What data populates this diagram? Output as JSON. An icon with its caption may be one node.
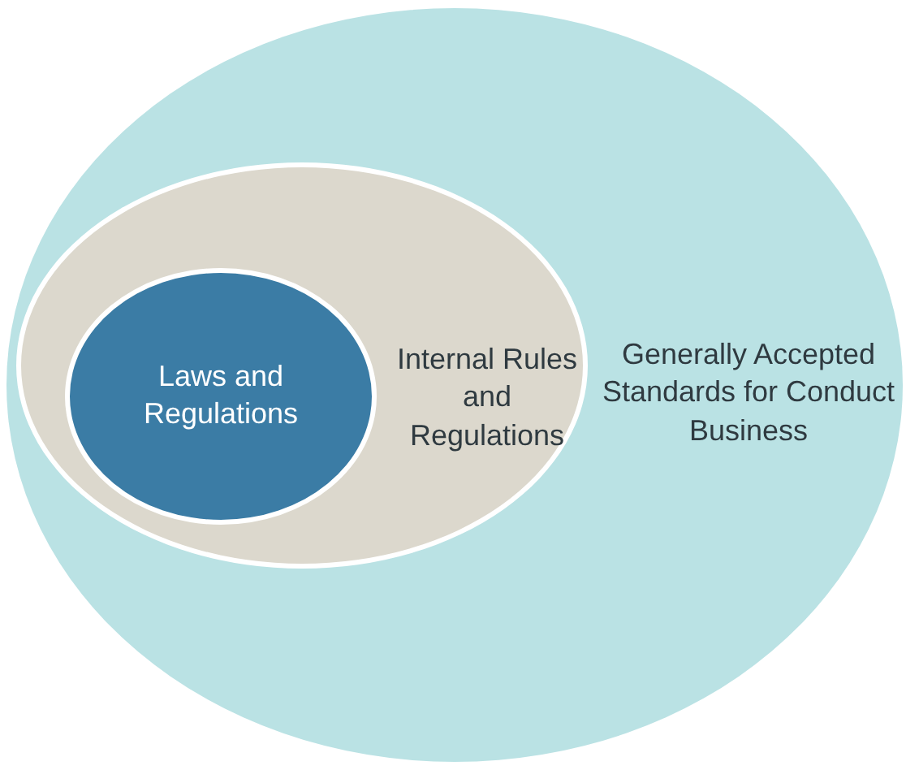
{
  "diagram": {
    "nodes": [
      {
        "text": [
          "Generally Accepted Standards for Conduct Business"
        ]
      },
      {
        "text": [
          "Internal Rules and Regulations"
        ],
        "in": 0
      },
      {
        "text": [
          "Laws and Regulations"
        ],
        "in": 1
      }
    ]
  }
}
